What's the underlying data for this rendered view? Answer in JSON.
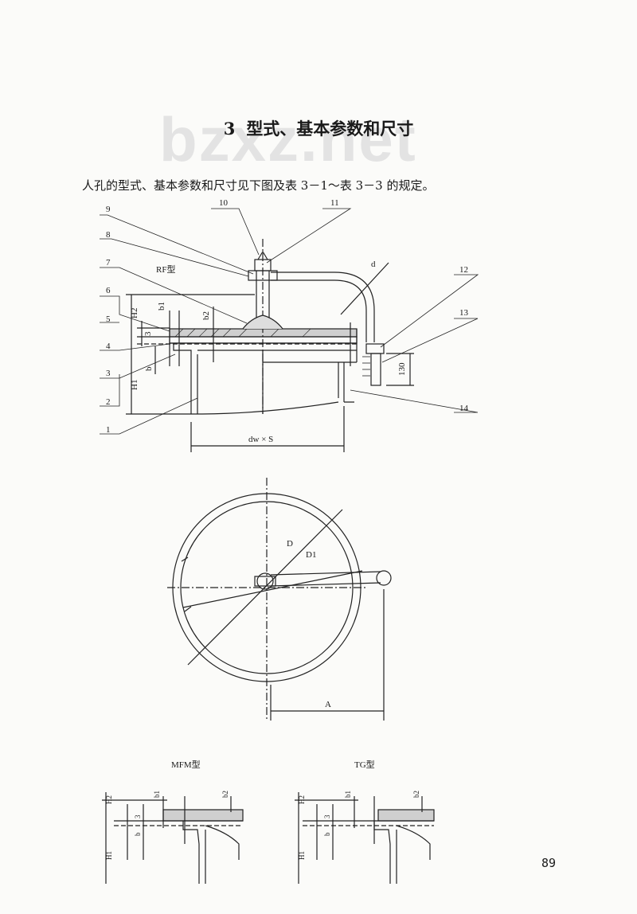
{
  "watermark": "bzxz.net",
  "section": {
    "number": "3",
    "title": "型式、基本参数和尺寸"
  },
  "intro": "人孔的型式、基本参数和尺寸见下图及表 3－1～表 3－3 的规定。",
  "main_figure": {
    "type_label": "RF型",
    "part_numbers": [
      "1",
      "2",
      "3",
      "4",
      "5",
      "6",
      "7",
      "8",
      "9",
      "10",
      "11",
      "12",
      "13",
      "14"
    ],
    "dims": {
      "H1": "H1",
      "H2": "H2",
      "b": "b",
      "b1": "b1",
      "b2": "b2",
      "three": "3",
      "d": "d",
      "h130": "130",
      "dw_s": "dw × S"
    }
  },
  "plan_view": {
    "D": "D",
    "D1": "D1",
    "A": "A"
  },
  "sub_figures": [
    {
      "type_label": "MFM型"
    },
    {
      "type_label": "TG型"
    }
  ],
  "page_number": "89"
}
